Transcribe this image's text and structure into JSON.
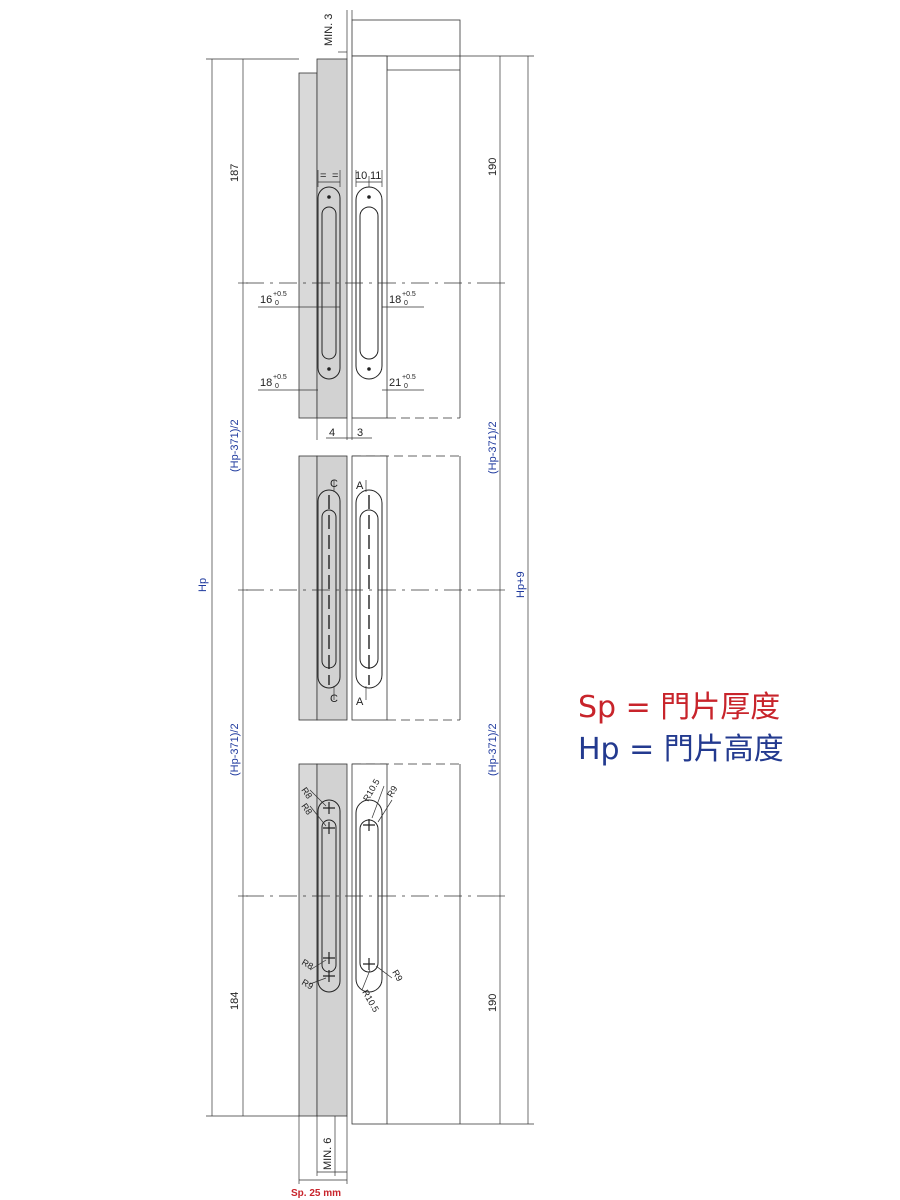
{
  "legend": {
    "sp": "Sp = 門片厚度",
    "hp": "Hp = 門片高度",
    "sp_color": "#c8242b",
    "hp_color": "#233a8f"
  },
  "dims": {
    "min3": "MIN. 3",
    "min6": "MIN. 6",
    "sp25": "Sp. 25 mm",
    "left_top": "187",
    "left_mid1": "(Hp-371)/2",
    "left_mid2": "(Hp-371)/2",
    "left_bottom": "184",
    "hp": "Hp",
    "right_top": "190",
    "right_mid1": "(Hp-371)/2",
    "right_mid2": "(Hp-371)/2",
    "right_bottom": "190",
    "hp9": "Hp+9",
    "eq1": "=",
    "eq2": "=",
    "w10": "10",
    "w11": "11",
    "g4": "4",
    "g3": "3"
  },
  "tol": {
    "left_upper_val": "16",
    "left_lower_val": "18",
    "right_upper_val": "18",
    "right_lower_val": "21",
    "plus": "+0.5",
    "zero": "0"
  },
  "sections": {
    "c": "C",
    "a": "A"
  },
  "radii": {
    "r8": "R8",
    "r9": "R9",
    "r105": "R10.5"
  }
}
